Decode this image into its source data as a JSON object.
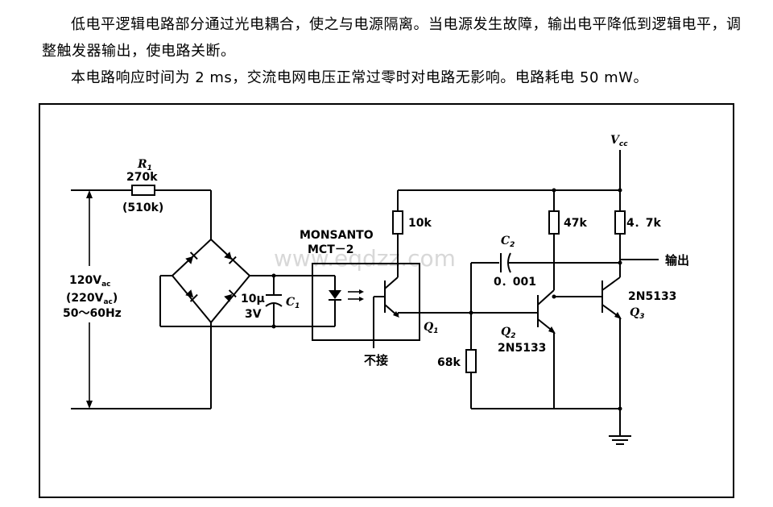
{
  "description": {
    "paragraph_1": "低电平逻辑电路部分通过光电耦合，使之与电源隔离。当电源发生故障，输出电平降低到逻辑电平，调整触发器输出，使电路关断。",
    "paragraph_2": "本电路响应时间为 2 ms，交流电网电压正常过零时对电路无影响。电路耗电 50 mW。"
  },
  "watermark": "www.eqdzz.com",
  "components": {
    "r1": {
      "ref": "R",
      "ref_sub": "1",
      "value": "270k",
      "alt_value": "(510k)"
    },
    "input": {
      "voltage_1": "120V",
      "voltage_1_sub": "ac",
      "voltage_2_open": "(220V",
      "voltage_2_sub": "ac",
      "voltage_2_close": ")",
      "frequency": "50～60Hz"
    },
    "c1": {
      "value_1": "10μ",
      "value_2": "3V",
      "ref": "C",
      "ref_sub": "1"
    },
    "optocoupler": {
      "maker": "MONSANTO",
      "part": "MCT－2"
    },
    "q1": {
      "ref": "Q",
      "ref_sub": "1",
      "base_note": "不接"
    },
    "r_10k": {
      "value": "10k"
    },
    "r_68k": {
      "value": "68k"
    },
    "c2": {
      "ref": "C",
      "ref_sub": "2",
      "value": "0．001"
    },
    "r_47k": {
      "value": "47k"
    },
    "r_4k7": {
      "value": "4．7k"
    },
    "q2": {
      "ref": "Q",
      "ref_sub": "2",
      "part": "2N5133"
    },
    "q3": {
      "ref": "Q",
      "ref_sub": "3",
      "part": "2N5133"
    },
    "vcc": {
      "ref": "V",
      "ref_sub": "cc"
    },
    "output": {
      "label": "输出"
    }
  }
}
